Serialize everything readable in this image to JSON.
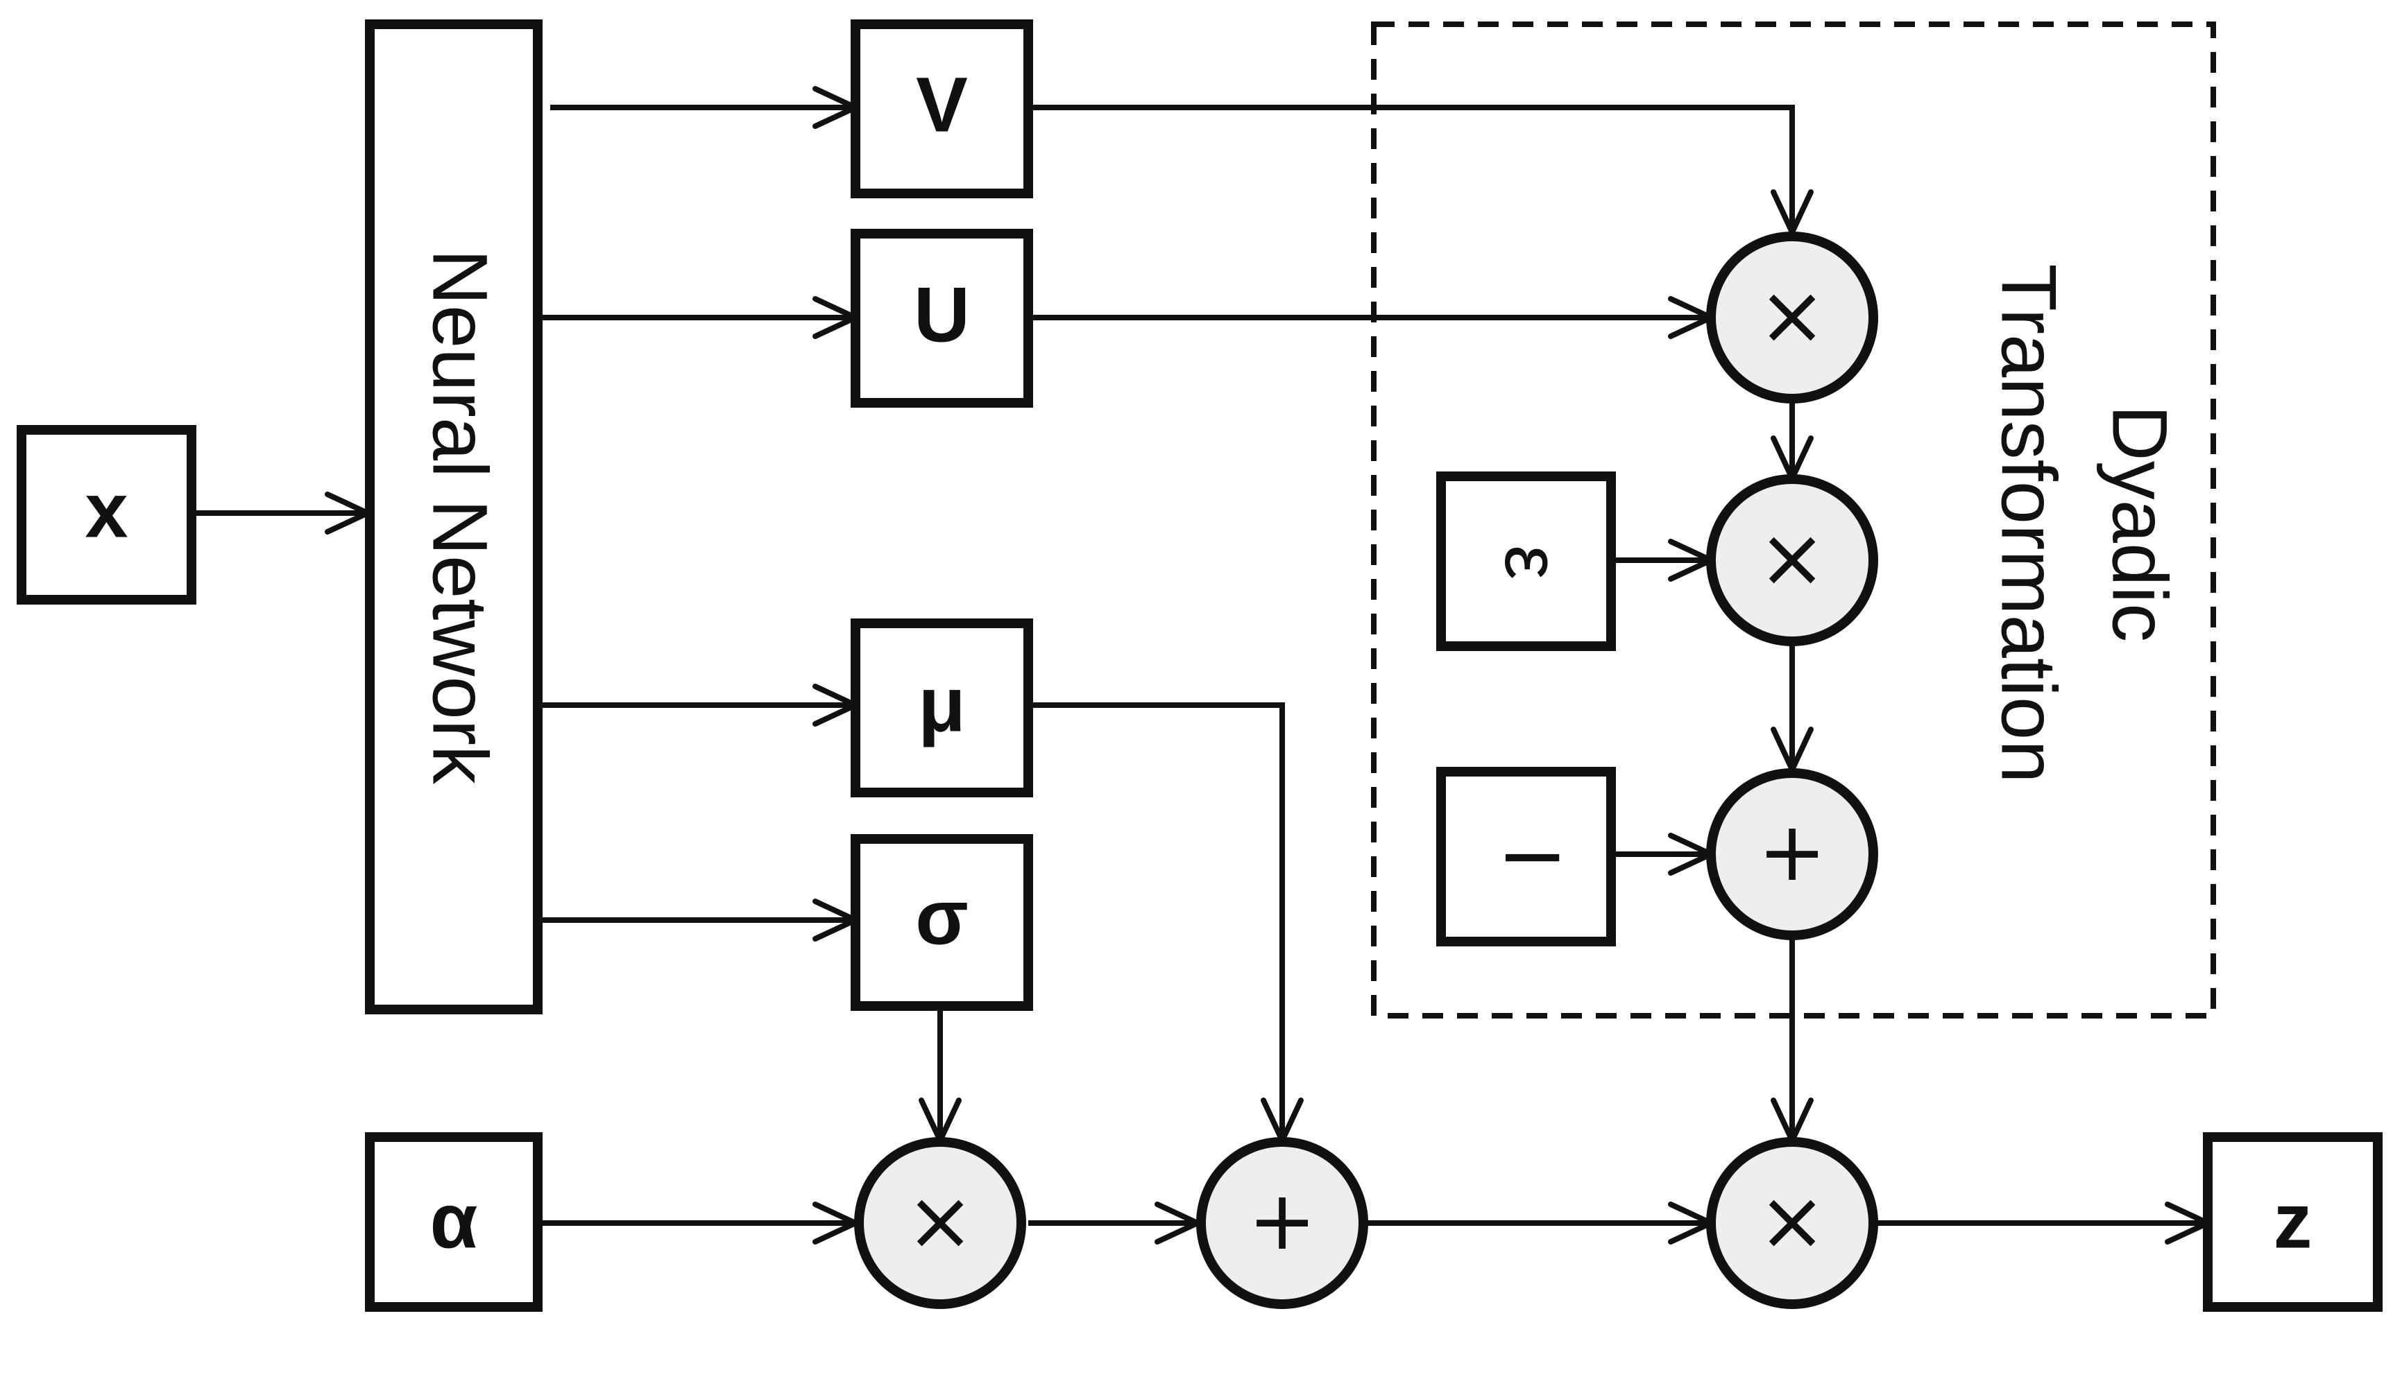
{
  "diagram": {
    "inputs": {
      "x": "x",
      "alpha": "α",
      "epsilon": "ε",
      "identity": "I"
    },
    "network": {
      "label": "Neural Network"
    },
    "parameters": {
      "v": "V",
      "u": "U",
      "mu": "μ",
      "sigma": "σ"
    },
    "operators": {
      "multiply": "×",
      "add": "+"
    },
    "group": {
      "line1": "Dyadic",
      "line2": "Transformation"
    },
    "output": {
      "z": "z"
    }
  }
}
